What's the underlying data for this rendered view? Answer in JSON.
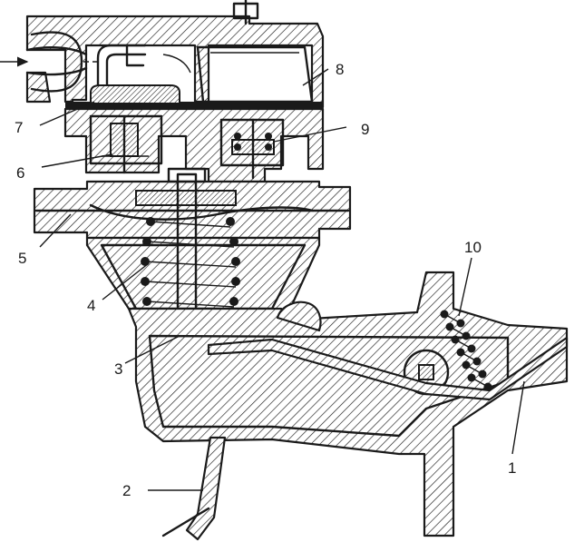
{
  "callouts": [
    {
      "id": "1",
      "label": "1"
    },
    {
      "id": "2",
      "label": "2"
    },
    {
      "id": "3",
      "label": "3"
    },
    {
      "id": "4",
      "label": "4"
    },
    {
      "id": "5",
      "label": "5"
    },
    {
      "id": "6",
      "label": "6"
    },
    {
      "id": "7",
      "label": "7"
    },
    {
      "id": "8",
      "label": "8"
    },
    {
      "id": "9",
      "label": "9"
    },
    {
      "id": "10",
      "label": "10"
    }
  ],
  "colors": {
    "ink": "#1a1a1a",
    "paper": "#ffffff"
  }
}
